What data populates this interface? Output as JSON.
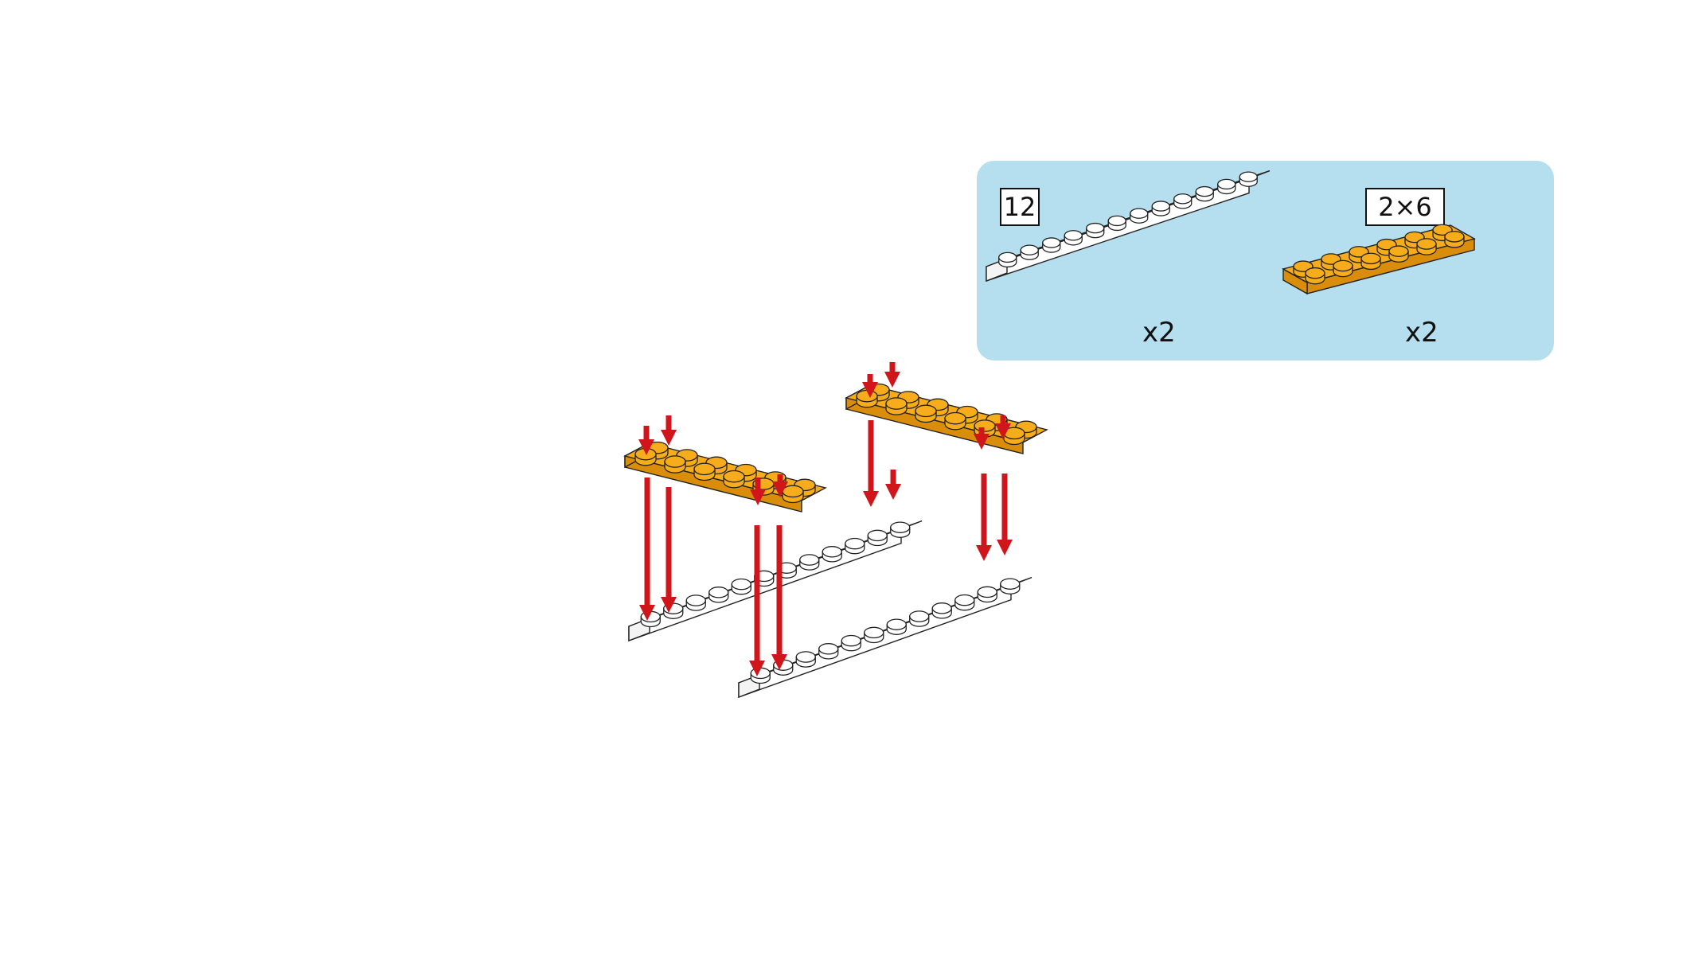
{
  "parts_panel": {
    "background_color": "#b5dfee",
    "parts": [
      {
        "size_label": "12",
        "quantity": "x2",
        "color_name": "white",
        "color": "#ffffff"
      },
      {
        "size_label": "2×6",
        "quantity": "x2",
        "color_name": "orange",
        "color": "#f7ad1b"
      }
    ]
  },
  "assembly": {
    "arrow_color": "#d0151b",
    "plate_color": "#f7ad1b",
    "beam_color": "#ffffff"
  }
}
